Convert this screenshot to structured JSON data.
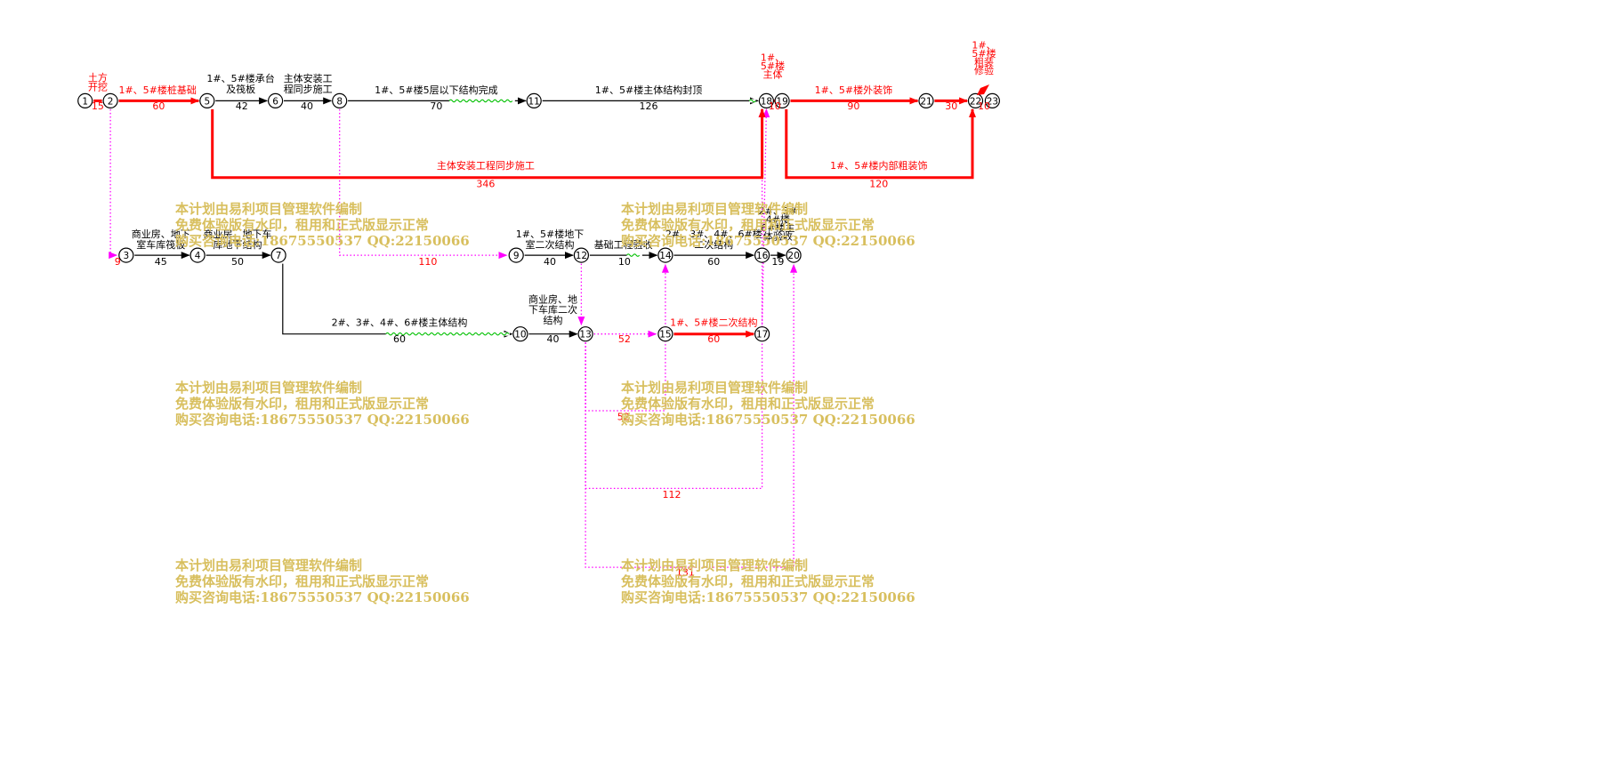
{
  "colors": {
    "normal": "#000000",
    "critical": "#ff0000",
    "virtual": "#ff00ff",
    "freefloat": "#00c000",
    "watermark": "#d8bf5e"
  },
  "watermark": {
    "line1": "本计划由易利项目管理软件编制",
    "line2": "免费体验版有水印，租用和正式版显示正常",
    "line3": "购买咨询电话:18675550537 QQ:22150066"
  },
  "nodes": [
    "1",
    "2",
    "3",
    "4",
    "5",
    "6",
    "7",
    "8",
    "9",
    "10",
    "11",
    "12",
    "13",
    "14",
    "15",
    "16",
    "17",
    "18",
    "19",
    "20",
    "21",
    "22",
    "23"
  ],
  "activities": [
    {
      "id": "a01",
      "name": [
        "土方",
        "开挖"
      ],
      "duration": "15",
      "critical": true
    },
    {
      "id": "a02",
      "name": [
        "1#、5#楼桩基础"
      ],
      "duration": "60",
      "critical": true
    },
    {
      "id": "a03",
      "name": [
        "1#、5#楼承台",
        "及筏板"
      ],
      "duration": "42",
      "critical": false
    },
    {
      "id": "a04",
      "name": [
        "主体安装工",
        "程同步施工"
      ],
      "duration": "40",
      "critical": false
    },
    {
      "id": "a05",
      "name": [
        "1#、5#楼5层以下结构完成"
      ],
      "duration": "70",
      "critical": false
    },
    {
      "id": "a06",
      "name": [
        "1#、5#楼主体结构封顶"
      ],
      "duration": "126",
      "critical": false
    },
    {
      "id": "a07",
      "name": [
        "主体安装工程同步施工"
      ],
      "duration": "346",
      "critical": true
    },
    {
      "id": "a08",
      "name": [
        "1#、",
        "5#楼",
        "主体"
      ],
      "duration": "10",
      "critical": true
    },
    {
      "id": "a09",
      "name": [
        "1#、5#楼外装饰"
      ],
      "duration": "90",
      "critical": true
    },
    {
      "id": "a10",
      "name": [],
      "duration": "30",
      "critical": true
    },
    {
      "id": "a11",
      "name": [
        "1#、5#楼内部粗装饰"
      ],
      "duration": "120",
      "critical": true
    },
    {
      "id": "a12",
      "name": [
        "1#、",
        "5#楼",
        "粗装",
        "修验"
      ],
      "duration": "10",
      "critical": true
    },
    {
      "id": "a13",
      "name": [],
      "duration": "9",
      "critical": false
    },
    {
      "id": "a14",
      "name": [
        "商业房、地下",
        "室车库筏板"
      ],
      "duration": "45",
      "critical": false
    },
    {
      "id": "a15",
      "name": [
        "商业房、地下车",
        "库地下结构"
      ],
      "duration": "50",
      "critical": false
    },
    {
      "id": "a16",
      "name": [],
      "duration": "110",
      "critical": false
    },
    {
      "id": "a17",
      "name": [
        "1#、5#楼地下",
        "室二次结构"
      ],
      "duration": "40",
      "critical": false
    },
    {
      "id": "a18",
      "name": [
        "基础工程验收"
      ],
      "duration": "10",
      "critical": false
    },
    {
      "id": "a19",
      "name": [
        "2#、3#、4#、6#楼",
        "二次结构"
      ],
      "duration": "60",
      "critical": false
    },
    {
      "id": "a20",
      "name": [
        "2#、3#",
        "4#楼",
        "6#楼主",
        "体验收"
      ],
      "duration": "19",
      "critical": false
    },
    {
      "id": "a21",
      "name": [
        "2#、3#、4#、6#楼主体结构"
      ],
      "duration": "60",
      "critical": false
    },
    {
      "id": "a22",
      "name": [
        "商业房、地",
        "下车库二次",
        "结构"
      ],
      "duration": "40",
      "critical": false
    },
    {
      "id": "a23",
      "name": [],
      "duration": "52",
      "critical": false
    },
    {
      "id": "a24",
      "name": [
        "1#、5#楼二次结构"
      ],
      "duration": "60",
      "critical": true
    },
    {
      "id": "a25",
      "name": [],
      "duration": "52",
      "critical": false
    },
    {
      "id": "a26",
      "name": [],
      "duration": "112",
      "critical": false
    },
    {
      "id": "a27",
      "name": [],
      "duration": "131",
      "critical": false
    }
  ]
}
